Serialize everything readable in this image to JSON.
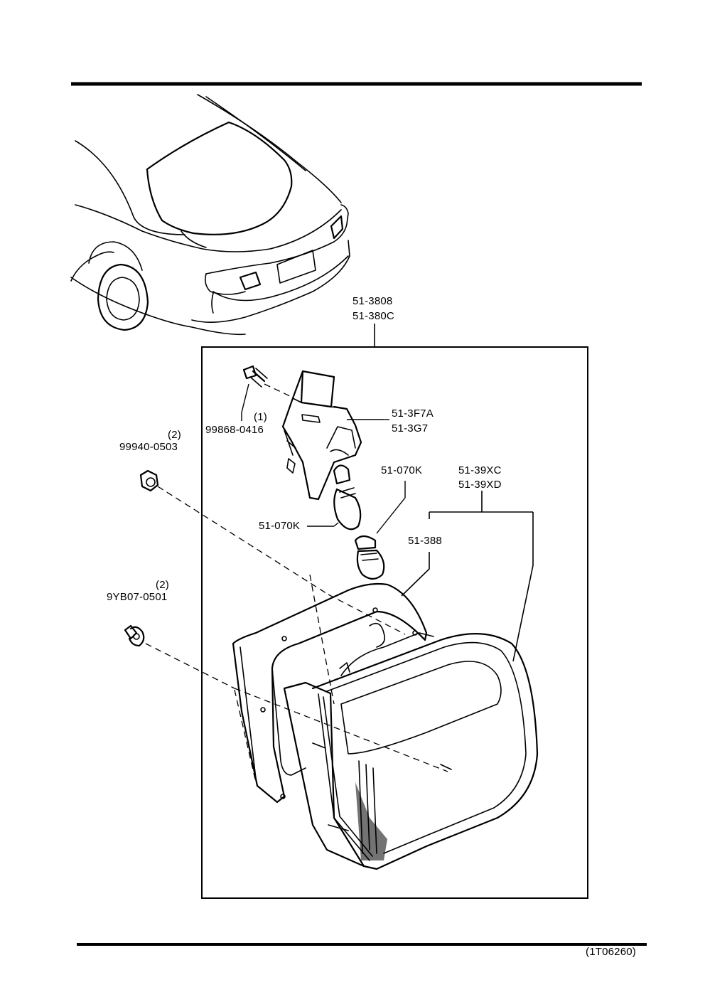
{
  "diagram": {
    "figure_code": "(1T06260)",
    "callouts": {
      "assembly_a": "51-3808",
      "assembly_b": "51-380C",
      "socket_a": "51-3F7A",
      "socket_b": "51-3G7",
      "bulb_upper": "51-070K",
      "bulb_lower": "51-070K",
      "lens_a": "51-39XC",
      "lens_b": "51-39XD",
      "gasket": "51-388",
      "screw_qty": "(1)",
      "screw_part": "99868-0416",
      "nut_qty": "(2)",
      "nut_part": "99940-0503",
      "clip_qty": "(2)",
      "clip_part": "9YB07-0501"
    }
  }
}
